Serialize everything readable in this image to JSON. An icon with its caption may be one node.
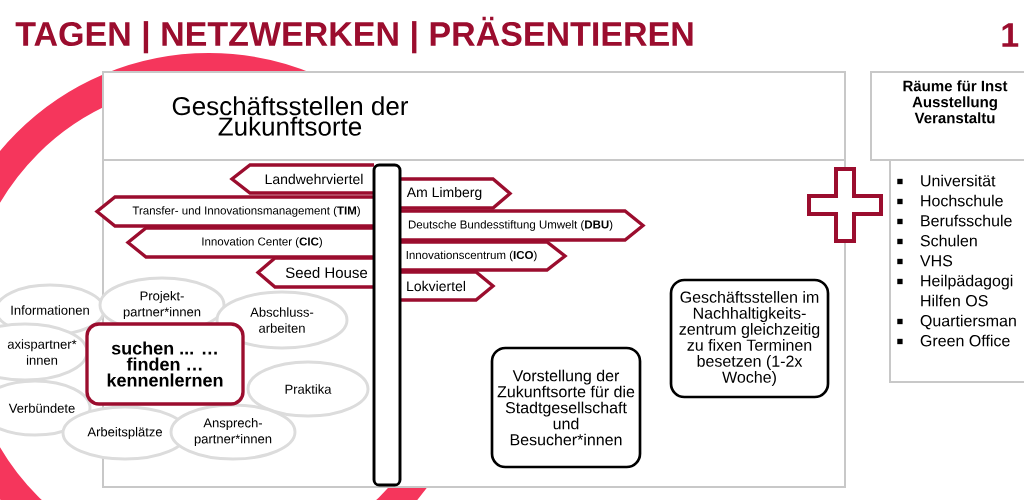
{
  "diagram": {
    "title": "TAGEN | NETZWERKEN | PRÄSENTIEREN",
    "nodes": [
      {
        "text": [
          "Geschäftsstellen der Zukunftsorte"
        ]
      },
      {
        "text": [
          "Landwehrviertel"
        ]
      },
      {
        "text": [
          "Transfer- und Innovationsmanagement (**TIM**)"
        ]
      },
      {
        "text": [
          "Innovation Center (**CIC**)"
        ]
      },
      {
        "text": [
          "Seed House"
        ]
      },
      {
        "text": [
          "Am Limberg"
        ]
      },
      {
        "text": [
          "Deutsche Bundesstiftung Umwelt (**DBU**)"
        ]
      },
      {
        "text": [
          "Innovationscentrum (**ICO**)"
        ]
      },
      {
        "text": [
          "Lokviertel"
        ]
      },
      {
        "text": [
          "Informationen"
        ]
      },
      {
        "text": [
          "Projekt- partner*innen"
        ]
      },
      {
        "text": [
          "Abschluss- arbeiten"
        ]
      },
      {
        "text": [
          "axispartner* innen"
        ]
      },
      {
        "text": [
          "suchen ... … finden … kennenlernen"
        ]
      },
      {
        "text": [
          "Praktika"
        ]
      },
      {
        "text": [
          "Verbündete"
        ]
      },
      {
        "text": [
          "Arbeitsplätze"
        ]
      },
      {
        "text": [
          "Ansprech- partner*innen"
        ]
      },
      {
        "text": [
          "Geschäftsstellen im Nachhaltigkeits- zentrum gleichzeitig zu fixen Terminen besetzen (1-2x Woche)"
        ]
      },
      {
        "text": [
          "Vorstellung der Zukunftsorte für die Stadtgesellschaft und Besucher*innen"
        ]
      },
      {
        "text": [
          "Räume für Inst Ausstellung Veranstaltu"
        ]
      },
      {
        "text": [
          "Universität",
          "Hochschule",
          "Berufsschule",
          "Schulen",
          "VHS",
          "Heilpädagogi Hilfen OS",
          "Quartiersman",
          "Green Office"
        ]
      }
    ],
    "labels": [
      "1"
    ]
  }
}
